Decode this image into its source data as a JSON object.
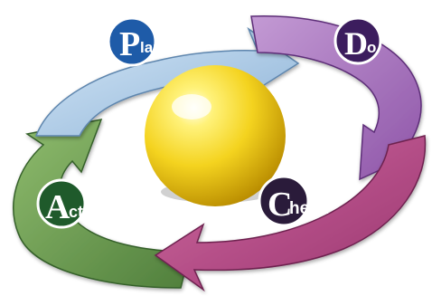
{
  "diagram": {
    "stages": [
      {
        "id": "plan",
        "initial": "P",
        "rest": "lan",
        "color": "#A9C8E4"
      },
      {
        "id": "do",
        "initial": "D",
        "rest": "o",
        "color": "#A873BD"
      },
      {
        "id": "check",
        "initial": "C",
        "rest": "heck",
        "color": "#B84A86"
      },
      {
        "id": "act",
        "initial": "A",
        "rest": "ct",
        "color": "#6E9E55"
      }
    ],
    "badge_colors": {
      "plan": "#1E5BA8",
      "do": "#3C1D5E",
      "check": "#2A1B3A",
      "act": "#1F5A2B"
    },
    "sphere_color": "#F2D21F"
  }
}
